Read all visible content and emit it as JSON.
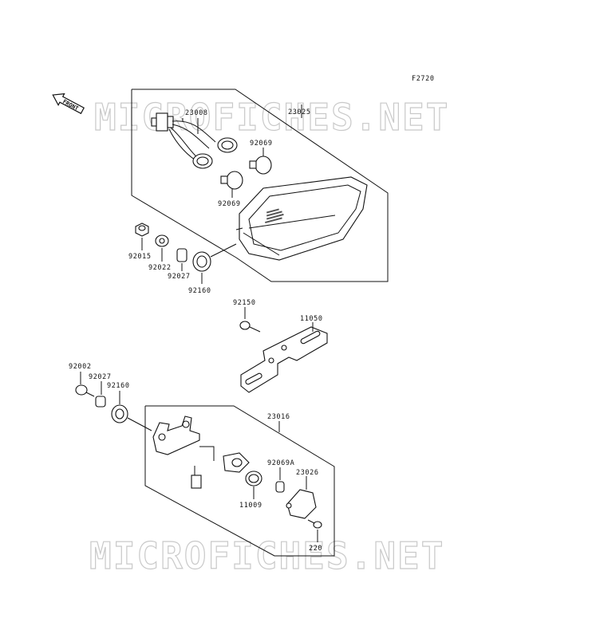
{
  "diagram": {
    "figure_code": "F2720",
    "front_label": "FRONT",
    "watermark": "MICROFICHES.NET",
    "parts": [
      {
        "id": "p1",
        "number": "23008"
      },
      {
        "id": "p2",
        "number": "23025"
      },
      {
        "id": "p3",
        "number": "92069"
      },
      {
        "id": "p4",
        "number": "92069"
      },
      {
        "id": "p5",
        "number": "92015"
      },
      {
        "id": "p6",
        "number": "92022"
      },
      {
        "id": "p7",
        "number": "92027"
      },
      {
        "id": "p8",
        "number": "92160"
      },
      {
        "id": "p9",
        "number": "92150"
      },
      {
        "id": "p10",
        "number": "11050"
      },
      {
        "id": "p11",
        "number": "92002"
      },
      {
        "id": "p12",
        "number": "92027"
      },
      {
        "id": "p13",
        "number": "92160"
      },
      {
        "id": "p14",
        "number": "23016"
      },
      {
        "id": "p15",
        "number": "92069A"
      },
      {
        "id": "p16",
        "number": "23026"
      },
      {
        "id": "p17",
        "number": "11009"
      },
      {
        "id": "p18",
        "number": "220"
      }
    ]
  }
}
